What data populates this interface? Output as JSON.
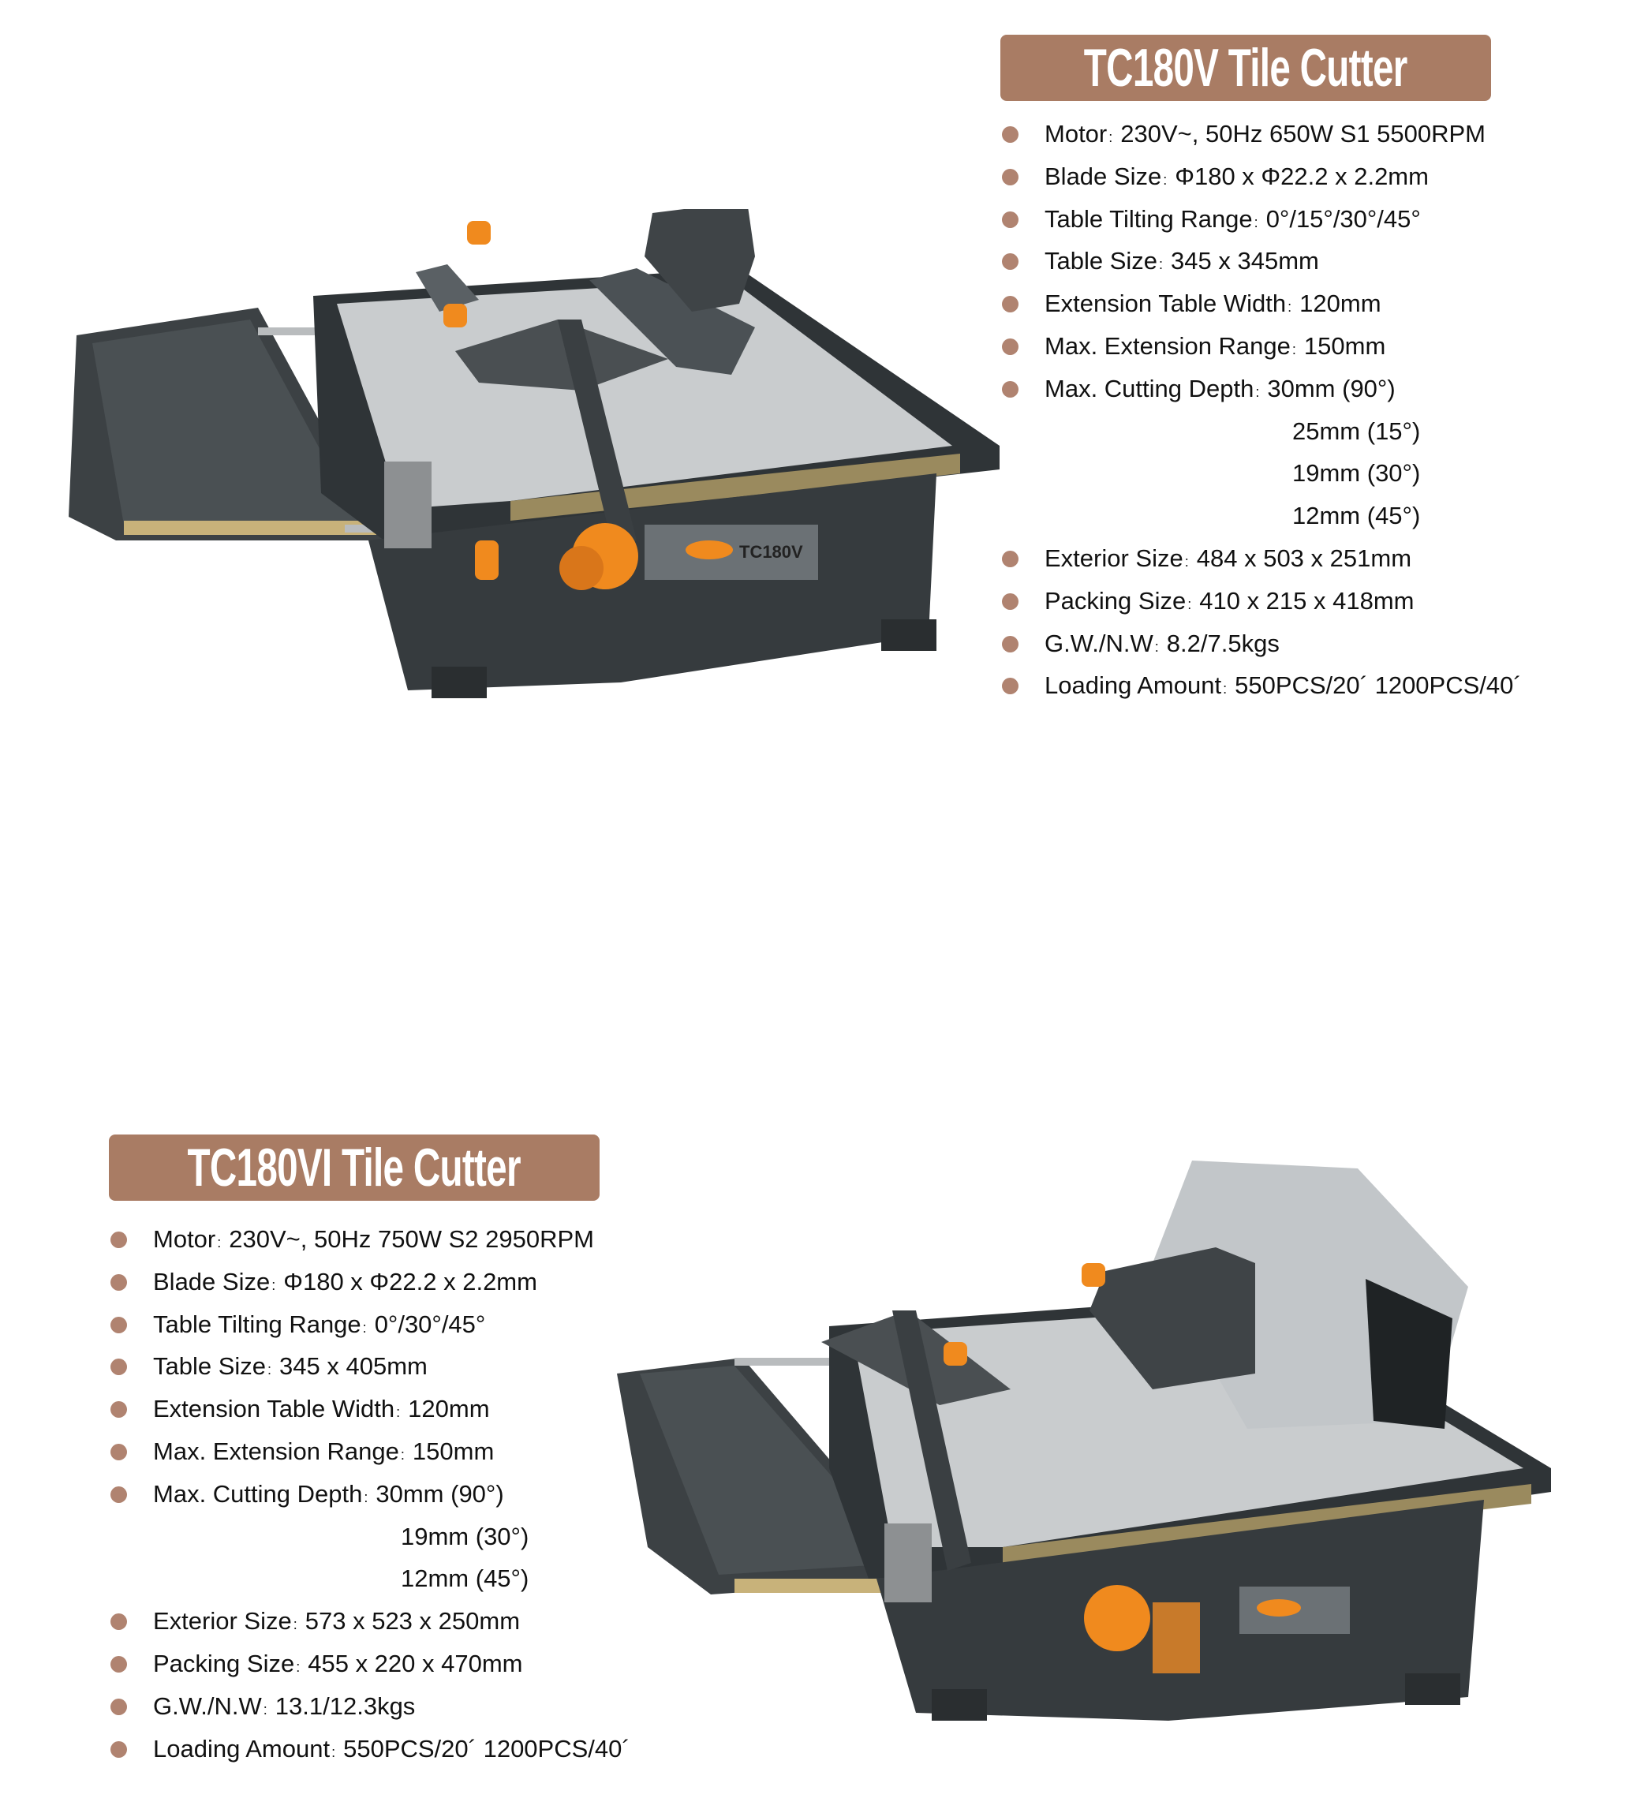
{
  "products": [
    {
      "title": "TC180V Tile Cutter",
      "specs": [
        {
          "label": "Motor",
          "value": "230V~, 50Hz  650W S1 5500RPM"
        },
        {
          "label": "Blade Size",
          "value": "Φ180 x Φ22.2 x 2.2mm"
        },
        {
          "label": "Table Tilting Range",
          "value": "0°/15°/30°/45°"
        },
        {
          "label": "Table Size",
          "value": "345 x 345mm"
        },
        {
          "label": "Extension Table Width",
          "value": "120mm"
        },
        {
          "label": "Max. Extension Range",
          "value": "150mm"
        },
        {
          "label": "Max. Cutting Depth",
          "value": "30mm (90°)",
          "more": [
            "25mm (15°)",
            "19mm (30°)",
            "12mm (45°)"
          ]
        },
        {
          "label": "Exterior Size",
          "value": "484 x 503 x 251mm"
        },
        {
          "label": "Packing Size",
          "value": "410 x 215 x 418mm"
        },
        {
          "label": "G.W./N.W",
          "value": "8.2/7.5kgs"
        },
        {
          "label": "Loading Amount",
          "value": "550PCS/20´  1200PCS/40´"
        }
      ],
      "badge": "TC180V"
    },
    {
      "title": "TC180VI Tile Cutter",
      "specs": [
        {
          "label": "Motor",
          "value": "230V~, 50Hz  750W S2 2950RPM"
        },
        {
          "label": "Blade Size",
          "value": "Φ180 x Φ22.2 x 2.2mm"
        },
        {
          "label": "Table Tilting Range",
          "value": "0°/30°/45°"
        },
        {
          "label": "Table Size",
          "value": "345 x 405mm"
        },
        {
          "label": "Extension Table Width",
          "value": "120mm"
        },
        {
          "label": "Max. Extension Range",
          "value": "150mm"
        },
        {
          "label": "Max. Cutting Depth",
          "value": "30mm (90°)",
          "more": [
            "19mm (30°)",
            "12mm (45°)"
          ]
        },
        {
          "label": "Exterior Size",
          "value": "573 x 523 x 250mm"
        },
        {
          "label": "Packing Size",
          "value": "455 x 220 x 470mm"
        },
        {
          "label": "G.W./N.W",
          "value": "13.1/12.3kgs"
        },
        {
          "label": "Loading Amount",
          "value": "550PCS/20´  1200PCS/40´"
        }
      ]
    }
  ],
  "colors": {
    "title_bg": "#a97c64",
    "bullet": "#b08370",
    "body": "#3a3f42",
    "table": "#c9ccce",
    "knob": "#f08a1e"
  }
}
